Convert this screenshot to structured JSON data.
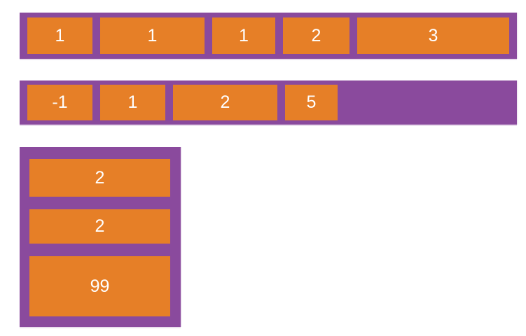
{
  "background": "#ffffff",
  "colors": {
    "container": "#8a4a9d",
    "item": "#e67f27",
    "item_text": "#ffffff"
  },
  "groups": [
    {
      "name": "flex-row-demo-1",
      "direction": "row",
      "items": [
        {
          "label": "1",
          "size": 93
        },
        {
          "label": "1",
          "size": 149
        },
        {
          "label": "1",
          "size": 90
        },
        {
          "label": "2",
          "size": 95
        },
        {
          "label": "3",
          "size": 217
        }
      ]
    },
    {
      "name": "flex-row-demo-2",
      "direction": "row",
      "items": [
        {
          "label": "-1",
          "size": 93
        },
        {
          "label": "1",
          "size": 93
        },
        {
          "label": "2",
          "size": 149
        },
        {
          "label": "5",
          "size": 75
        }
      ]
    },
    {
      "name": "flex-column-demo",
      "direction": "column",
      "items": [
        {
          "label": "2",
          "size": 54
        },
        {
          "label": "2",
          "size": 49
        },
        {
          "label": "99",
          "size": 86
        }
      ]
    }
  ]
}
